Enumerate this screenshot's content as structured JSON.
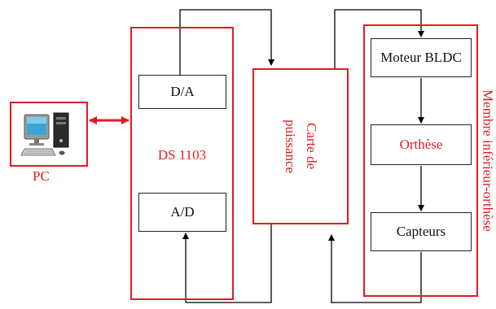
{
  "pc": {
    "label": "PC"
  },
  "ds1103": {
    "label": "DS 1103",
    "da_label": "D/A",
    "ad_label": "A/D"
  },
  "power_card": {
    "label": "Carte de puissance"
  },
  "limb": {
    "label": "Membre inférieur-orthèse",
    "motor_label": "Moteur BLDC",
    "orthosis_label": "Orthèse",
    "sensors_label": "Capteurs"
  },
  "colors": {
    "accent": "#e31b23",
    "line": "#000000"
  }
}
